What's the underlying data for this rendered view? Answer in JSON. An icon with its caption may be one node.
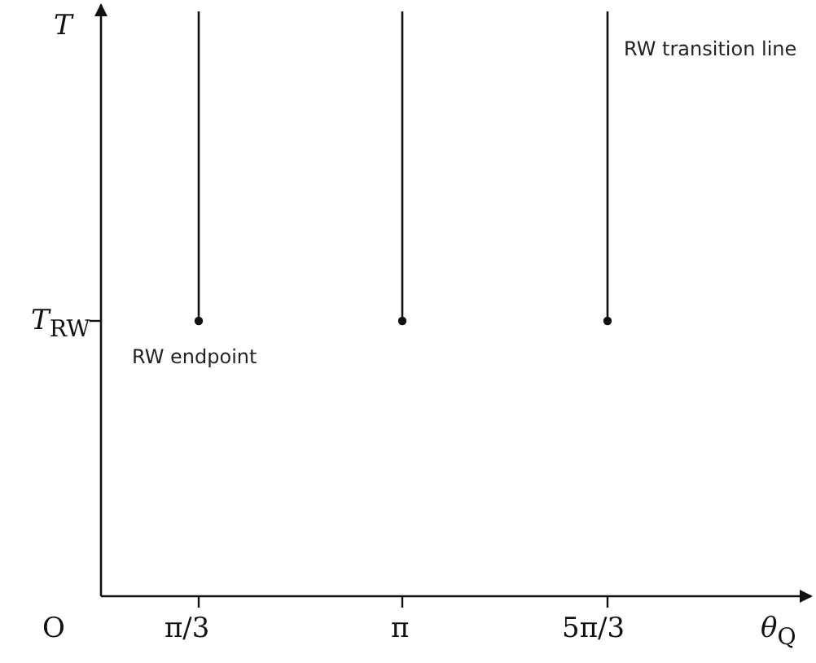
{
  "diagram": {
    "labels": [
      "T",
      "*T*$_{RW}$",
      "RW transition line",
      "RW endpoint",
      "O",
      "π/3",
      "π",
      "5π/3",
      "*θ*$_{Q}$"
    ]
  }
}
